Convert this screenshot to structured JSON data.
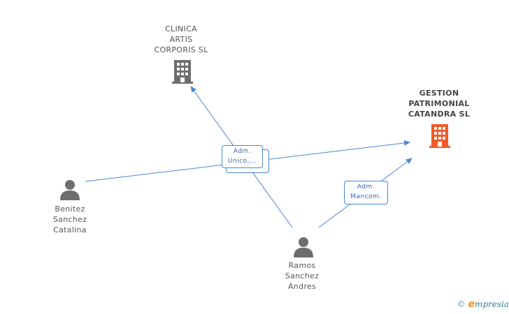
{
  "nodes": {
    "clinica": {
      "label": "CLINICA\nARTIS\nCORPORIS SL",
      "icon": "building-icon",
      "color": "#6e6e6e"
    },
    "gestion": {
      "label": "GESTION\nPATRIMONIAL\nCATANDRA SL",
      "icon": "building-icon",
      "color": "#f05a28"
    },
    "benitez": {
      "label": "Benitez\nSanchez\nCatalina",
      "icon": "person-icon",
      "color": "#6e6e6e"
    },
    "ramos": {
      "label": "Ramos\nSanchez\nAndres",
      "icon": "person-icon",
      "color": "#6e6e6e"
    }
  },
  "edges": {
    "role_unico": "Adm.\nUnico,...",
    "role_mancom": "Adm.\nMancom."
  },
  "colors": {
    "edge": "#4a86d1"
  },
  "footer": {
    "copyright": "©",
    "brand_initial": "e",
    "brand_rest": "mpresia"
  }
}
